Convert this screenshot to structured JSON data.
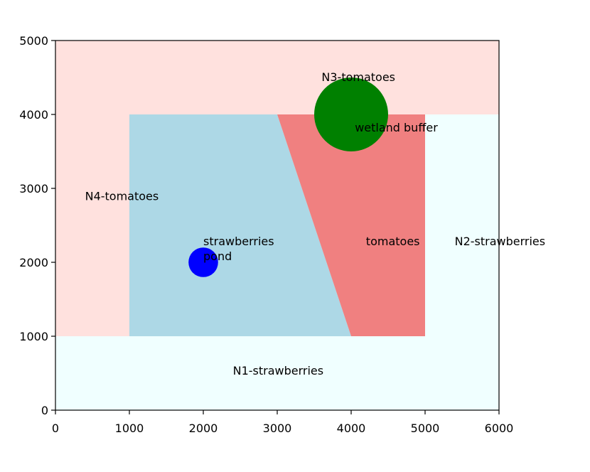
{
  "chart_data": {
    "type": "map",
    "xlim": [
      0,
      6000
    ],
    "ylim": [
      0,
      5000
    ],
    "x_ticks": [
      0,
      1000,
      2000,
      3000,
      4000,
      5000,
      6000
    ],
    "y_ticks": [
      0,
      1000,
      2000,
      3000,
      4000,
      5000
    ],
    "x_tick_labels": [
      "0",
      "1000",
      "2000",
      "3000",
      "4000",
      "5000",
      "6000"
    ],
    "y_tick_labels": [
      "0",
      "1000",
      "2000",
      "3000",
      "4000",
      "5000"
    ],
    "grid": false,
    "colors": {
      "tomato_neighbor": "#ffe1de",
      "strawberry_neighbor": "#f0ffff",
      "strawberries": "#add8e6",
      "tomatoes": "#f08080",
      "pond": "#0000ff",
      "wetland": "#008000"
    },
    "regions": [
      {
        "name": "N1-strawberries",
        "color": "#f0ffff",
        "polygon": [
          [
            0,
            0
          ],
          [
            6000,
            0
          ],
          [
            6000,
            1000
          ],
          [
            0,
            1000
          ]
        ],
        "label_at": [
          2400,
          480
        ]
      },
      {
        "name": "N2-strawberries",
        "color": "#f0ffff",
        "polygon": [
          [
            5000,
            1000
          ],
          [
            6000,
            1000
          ],
          [
            6000,
            4000
          ],
          [
            5000,
            4000
          ]
        ],
        "label_at": [
          5400,
          2230
        ]
      },
      {
        "name": "N4-tomatoes",
        "color": "#ffe1de",
        "polygon": [
          [
            0,
            1000
          ],
          [
            1000,
            1000
          ],
          [
            1000,
            4000
          ],
          [
            0,
            4000
          ]
        ],
        "label_at": [
          400,
          2840
        ]
      },
      {
        "name": "N3-tomatoes",
        "color": "#ffe1de",
        "polygon": [
          [
            0,
            4000
          ],
          [
            6000,
            4000
          ],
          [
            6000,
            5000
          ],
          [
            0,
            5000
          ]
        ],
        "label_at": [
          3600,
          4450
        ]
      },
      {
        "name": "strawberries",
        "color": "#add8e6",
        "polygon": [
          [
            1000,
            1000
          ],
          [
            4000,
            1000
          ],
          [
            3000,
            4000
          ],
          [
            1000,
            4000
          ]
        ],
        "label_at": [
          2000,
          2230
        ]
      },
      {
        "name": "tomatoes",
        "color": "#f08080",
        "polygon": [
          [
            4000,
            1000
          ],
          [
            5000,
            1000
          ],
          [
            5000,
            4000
          ],
          [
            3000,
            4000
          ]
        ],
        "label_at": [
          4200,
          2230
        ]
      }
    ],
    "circles": [
      {
        "name": "pond",
        "color": "#0000ff",
        "center": [
          2000,
          2000
        ],
        "radius": 200,
        "label_at": [
          2000,
          2030
        ]
      },
      {
        "name": "wetland buffer",
        "color": "#008000",
        "center": [
          4000,
          4000
        ],
        "radius": 500,
        "label_at": [
          4050,
          3770
        ]
      }
    ]
  }
}
